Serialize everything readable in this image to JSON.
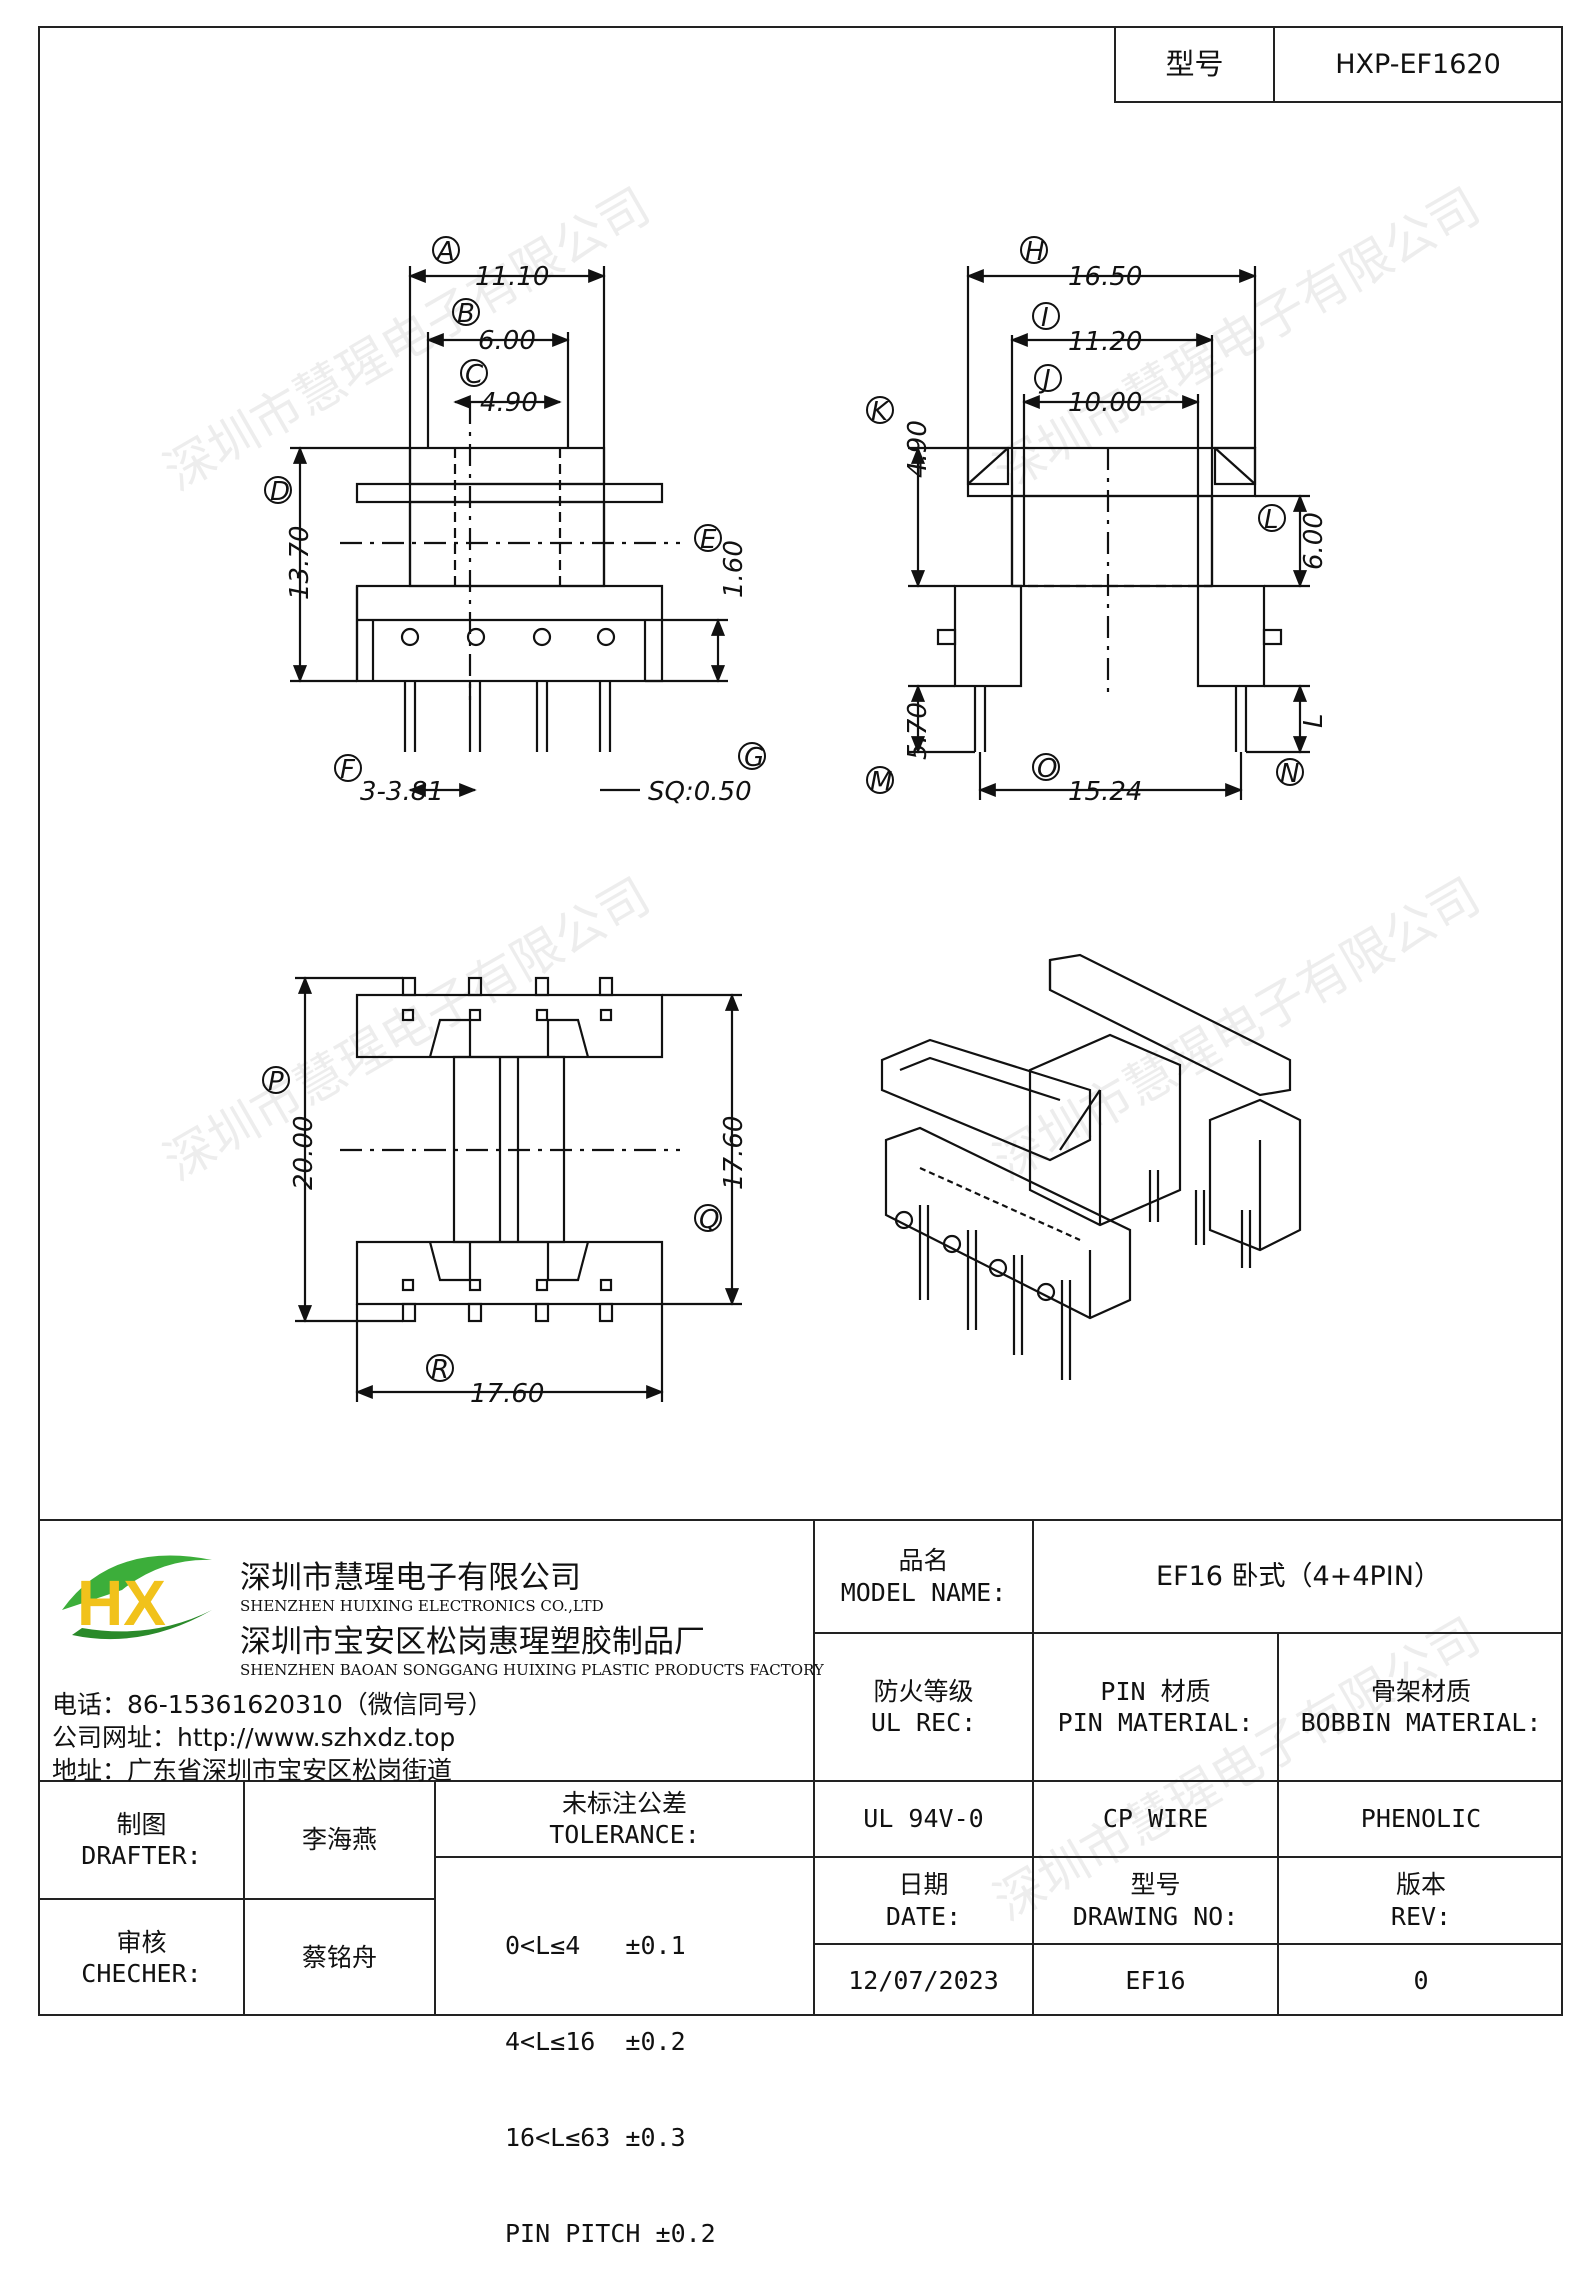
{
  "header": {
    "model_label": "型号",
    "model_value": "HXP-EF1620"
  },
  "watermark": "深圳市慧瑆电子有限公司",
  "drawing": {
    "top_view": {
      "A": {
        "letter": "A",
        "value": "11.10"
      },
      "B": {
        "letter": "B",
        "value": "6.00"
      },
      "C": {
        "letter": "C",
        "value": "4.90"
      },
      "D": {
        "letter": "D",
        "value": "13.70"
      },
      "E": {
        "letter": "E",
        "value": "1.60"
      },
      "F": {
        "letter": "F",
        "value": "3-3.81"
      },
      "G": {
        "letter": "G",
        "value": "SQ:0.50"
      }
    },
    "side_view": {
      "H": {
        "letter": "H",
        "value": "16.50"
      },
      "I": {
        "letter": "I",
        "value": "11.20"
      },
      "J": {
        "letter": "J",
        "value": "10.00"
      },
      "K": {
        "letter": "K",
        "value": "4.90"
      },
      "L": {
        "letter": "L",
        "value": "6.00"
      },
      "M": {
        "letter": "M",
        "value": "5.70"
      },
      "N": {
        "letter": "N"
      },
      "O": {
        "letter": "O",
        "value": "15.24"
      },
      "Lmark": "L"
    },
    "bottom_view": {
      "P": {
        "letter": "P",
        "value": "20.00"
      },
      "Q": {
        "letter": "Q",
        "value": "17.60"
      },
      "R": {
        "letter": "R",
        "value": "17.60"
      }
    }
  },
  "company": {
    "logo_text": "HX",
    "name_cn": "深圳市慧瑆电子有限公司",
    "name_en": "SHENZHEN HUIXING ELECTRONICS CO.,LTD",
    "factory_cn": "深圳市宝安区松岗惠瑆塑胶制品厂",
    "factory_en": "SHENZHEN BAOAN SONGGANG HUIXING PLASTIC PRODUCTS FACTORY",
    "phone": "电话：86-15361620310（微信同号）",
    "website": "公司网址：http://www.szhxdz.top",
    "address": "地址：广东省深圳市宝安区松岗街道"
  },
  "table": {
    "model_name_cn": "品名",
    "model_name_en": "MODEL NAME:",
    "model_name_value": "EF16 卧式（4+4PIN）",
    "ul_cn": "防火等级",
    "ul_en": "UL REC:",
    "pin_cn": "PIN 材质",
    "pin_en": "PIN MATERIAL:",
    "bobbin_cn": "骨架材质",
    "bobbin_en": "BOBBIN MATERIAL:",
    "ul_value": "UL 94V-0",
    "pin_value": "CP WIRE",
    "bobbin_value": "PHENOLIC",
    "drafter_cn": "制图",
    "drafter_en": "DRAFTER:",
    "drafter_name": "李海燕",
    "checker_cn": "审核",
    "checker_en": "CHECHER:",
    "checker_name": "蔡铭舟",
    "tolerance_cn": "未标注公差",
    "tolerance_en": "TOLERANCE:",
    "tolerances": [
      "0<L≤4   ±0.1",
      "4<L≤16  ±0.2",
      "16<L≤63 ±0.3",
      "PIN PITCH ±0.2"
    ],
    "date_cn": "日期",
    "date_en": "DATE:",
    "date_value": "12/07/2023",
    "drawing_cn": "型号",
    "drawing_en": "DRAWING NO:",
    "drawing_value": "EF16",
    "rev_cn": "版本",
    "rev_en": "REV:",
    "rev_value": "0"
  }
}
